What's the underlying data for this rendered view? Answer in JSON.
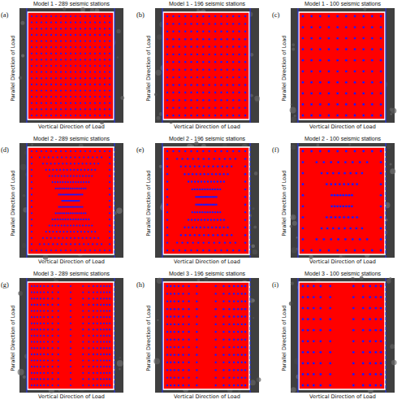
{
  "diagram": {
    "labels": [
      "(a)",
      "Model 1 - 289 seismic stations",
      "Parallel Direction of Load",
      "Vertical Direction of Load",
      "(b)",
      "Model 1 - 196 seismic stations",
      "Parallel Direction of Load",
      "Vertical Direction of Load",
      "(c)",
      "Model 1 - 100 seismic stations",
      "Parallel Direction of Load",
      "Vertical Direction of Load",
      "(d)",
      "Model 2 - 289 seismic stations",
      "Parallel Direction of Load",
      "Vertical Direction of Load",
      "(e)",
      "Model 2 - 196 seismic stations",
      "Parallel Direction of Load",
      "Vertical Direction of Load",
      "(f)",
      "Model 2 - 100 seismic stations",
      "Parallel Direction of Load",
      "Vertical Direction of Load",
      "(g)",
      "Model 3 - 289 seismic stations",
      "Parallel Direction of Load",
      "Vertical Direction of Load",
      "(h)",
      "Model 3 - 196 seismic stations",
      "Parallel Direction of Load",
      "Vertical Direction of Load",
      "(i)",
      "Model 3 - 100 seismic stations",
      "Parallel Direction of Load",
      "Vertical Direction of Load"
    ]
  }
}
